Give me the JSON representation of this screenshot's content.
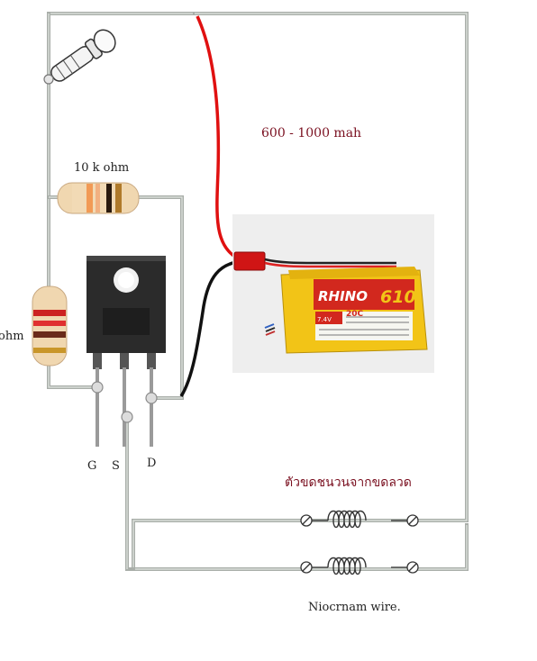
{
  "labels": {
    "battery_capacity": "600 - 1000 mah",
    "resistor_top": "10 k ohm",
    "resistor_left": "ohm",
    "pin_g": "G",
    "pin_s": "S",
    "pin_d": "D",
    "heater_thai": "ตัวขดชนวนจากขดลวด",
    "wire_name": "Niocrnam wire."
  },
  "battery": {
    "brand": "RHINO",
    "model": "610",
    "rating": "20C",
    "voltage": "7.4V",
    "brand_color": "#d2281e",
    "body_color": "#f2c417"
  },
  "colors": {
    "wire": "#a9aea9",
    "lead_positive": "#e01010",
    "lead_negative": "#111111",
    "text_accent": "#7a1020"
  }
}
